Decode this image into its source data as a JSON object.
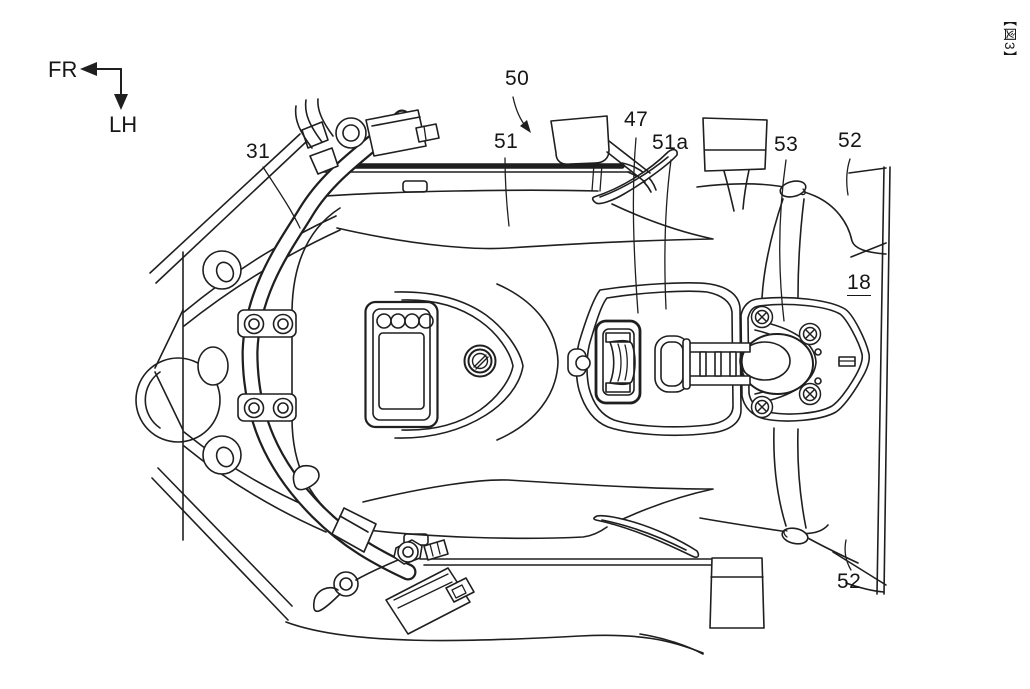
{
  "figure_tag": "【図3】",
  "orientation": {
    "front": "FR",
    "left": "LH"
  },
  "labels": {
    "n31": "31",
    "n50": "50",
    "n51": "51",
    "n47": "47",
    "n51a": "51a",
    "n53": "53",
    "n52_top": "52",
    "n18": "18",
    "n52_bottom": "52"
  },
  "style": {
    "stroke": "#1f1f1f",
    "background": "#ffffff"
  }
}
